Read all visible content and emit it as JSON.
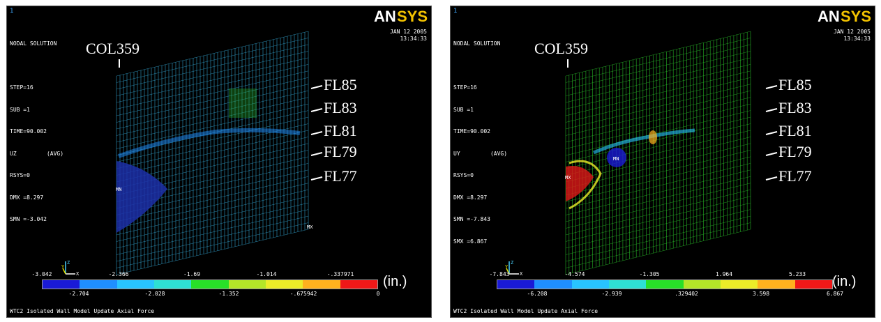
{
  "panels": [
    {
      "window_number": "1",
      "logo": "ANSYS",
      "info_lines": [
        "NODAL SOLUTION",
        "",
        "STEP=16",
        "SUB =1",
        "TIME=90.002",
        "UZ         (AVG)",
        "RSYS=0",
        "DMX =8.297",
        "SMN =-3.042"
      ],
      "date": "JAN 12 2005",
      "time": "13:34:33",
      "column_label": "COL359",
      "floor_labels": [
        "FL85",
        "FL83",
        "FL81",
        "FL79",
        "FL77"
      ],
      "mn_label": "MN",
      "mx_label": "MX",
      "legend_colors": [
        "#1a1ad6",
        "#1f8fff",
        "#28c4ff",
        "#2ee0d4",
        "#28e028",
        "#b4e628",
        "#ecec28",
        "#ffb11e",
        "#f01818"
      ],
      "legend_top_values": [
        "-3.042",
        "-2.366",
        "-1.69",
        "-1.014",
        "-.337971"
      ],
      "legend_bottom_values": [
        "-2.704",
        "-2.028",
        "-1.352",
        "-.675942",
        "0"
      ],
      "unit": "(in.)",
      "footer": "WTC2 Isolated Wall Model Update Axial Force"
    },
    {
      "window_number": "1",
      "logo": "ANSYS",
      "info_lines": [
        "NODAL SOLUTION",
        "",
        "STEP=16",
        "SUB =1",
        "TIME=90.002",
        "UY         (AVG)",
        "RSYS=0",
        "DMX =8.297",
        "SMN =-7.843",
        "SMX =6.867"
      ],
      "date": "JAN 12 2005",
      "time": "13:34:33",
      "column_label": "COL359",
      "floor_labels": [
        "FL85",
        "FL83",
        "FL81",
        "FL79",
        "FL77"
      ],
      "mn_label": "MN",
      "mx_label": "MX",
      "legend_colors": [
        "#1a1ad6",
        "#1f8fff",
        "#28c4ff",
        "#2ee0d4",
        "#28e028",
        "#b4e628",
        "#ecec28",
        "#ffb11e",
        "#f01818"
      ],
      "legend_top_values": [
        "-7.843",
        "-4.574",
        "-1.305",
        "1.964",
        "5.233"
      ],
      "legend_bottom_values": [
        "-6.208",
        "-2.939",
        ".329402",
        "3.598",
        "6.867"
      ],
      "unit": "(in.)",
      "footer": "WTC2 Isolated Wall Model Update Axial Force"
    }
  ]
}
